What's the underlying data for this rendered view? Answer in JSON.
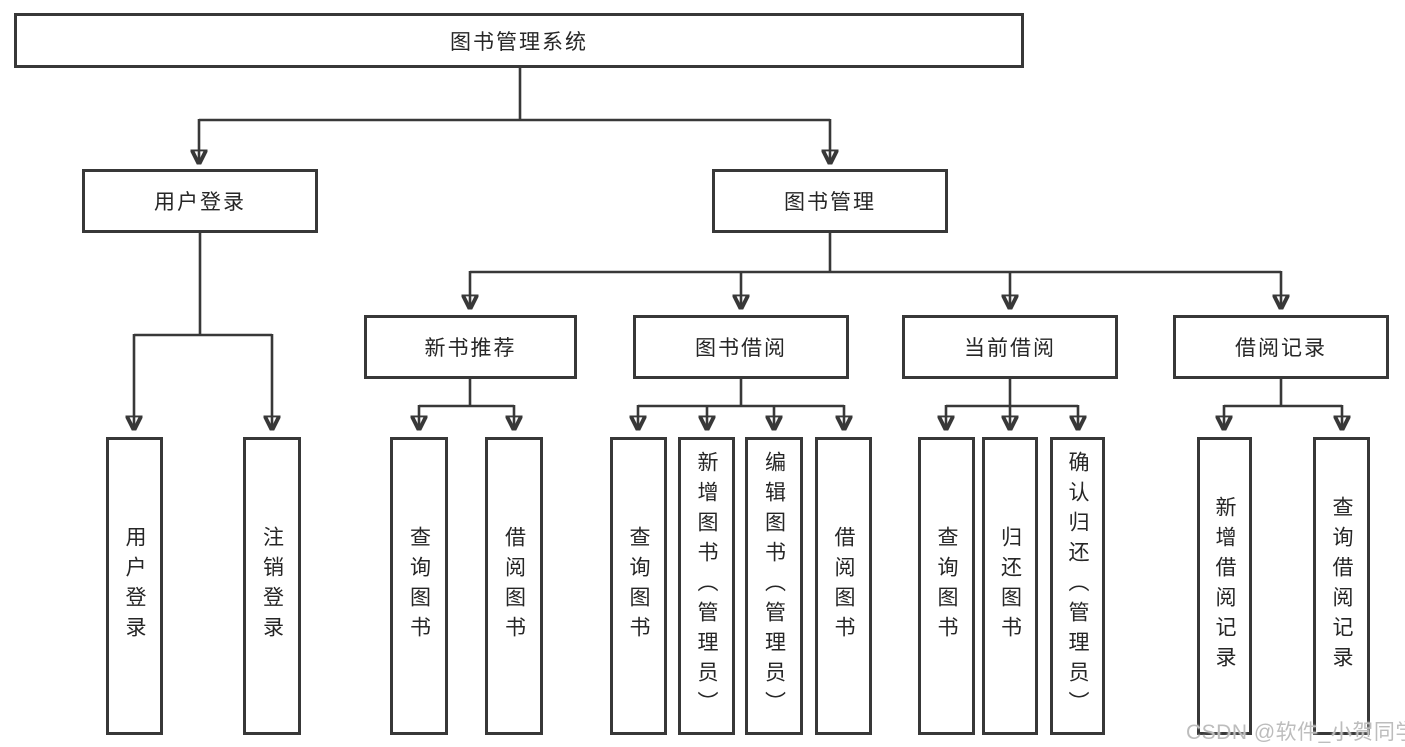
{
  "colors": {
    "background": "#ffffff",
    "line": "#383838",
    "text": "#262626",
    "watermark": "#bdbdbd"
  },
  "nodes": {
    "root": "图书管理系统",
    "user_login_branch": "用户登录",
    "book_mgmt_branch": "图书管理",
    "leaf_user_login": "用户登录",
    "leaf_logout": "注销登录",
    "new_book_rec": "新书推荐",
    "book_borrow": "图书借阅",
    "current_borrow": "当前借阅",
    "borrow_records": "借阅记录",
    "nbr_query_book": "查询图书",
    "nbr_borrow_book": "借阅图书",
    "bb_query_book": "查询图书",
    "bb_add_book": "新增图书（管理员）",
    "bb_edit_book": "编辑图书（管理员）",
    "bb_borrow_book": "借阅图书",
    "cb_query_book": "查询图书",
    "cb_return_book": "归还图书",
    "cb_confirm_return": "确认归还（管理员）",
    "br_add_record": "新增借阅记录",
    "br_query_record": "查询借阅记录"
  },
  "hierarchy": {
    "图书管理系统": {
      "用户登录": [
        "用户登录",
        "注销登录"
      ],
      "图书管理": {
        "新书推荐": [
          "查询图书",
          "借阅图书"
        ],
        "图书借阅": [
          "查询图书",
          "新增图书（管理员）",
          "编辑图书（管理员）",
          "借阅图书"
        ],
        "当前借阅": [
          "查询图书",
          "归还图书",
          "确认归还（管理员）"
        ],
        "借阅记录": [
          "新增借阅记录",
          "查询借阅记录"
        ]
      }
    }
  },
  "watermark": "CSDN @软件_小贺同学"
}
